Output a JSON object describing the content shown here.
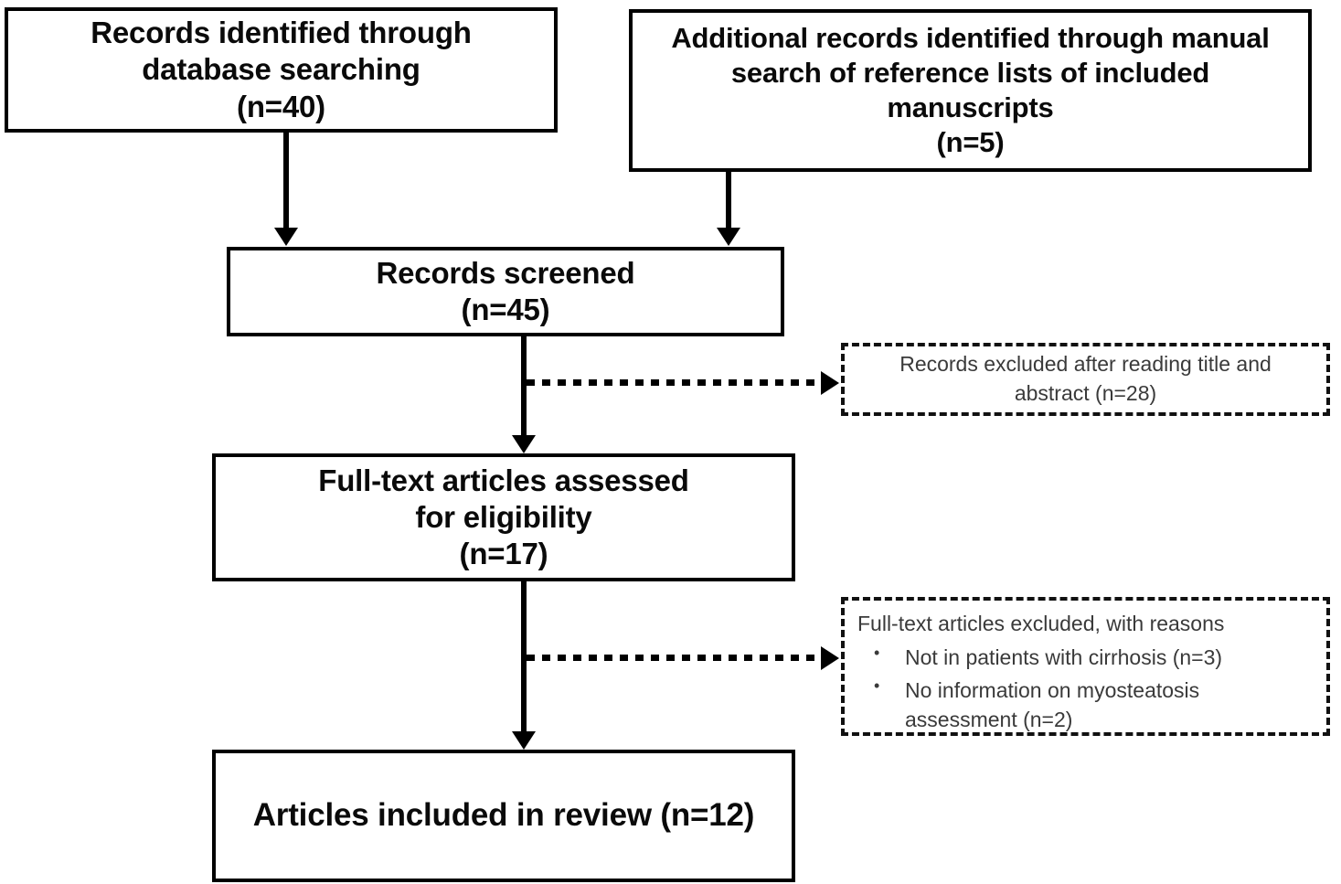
{
  "diagram": {
    "type": "PRISMA flow diagram",
    "boxes": {
      "identified_database": "Records identified through\ndatabase searching\n(n=40)",
      "identified_database_lines": [
        "Records identified through",
        "database searching",
        "(n=40)"
      ],
      "identified_manual_lines": [
        "Additional records identified through manual",
        "search of reference lists of included",
        "manuscripts",
        "(n=5)"
      ],
      "records_screened_lines": [
        "Records screened",
        "(n=45)"
      ],
      "fulltext_assessed_lines": [
        "Full-text articles assessed",
        "for eligibility",
        "(n=17)"
      ],
      "articles_included_lines": [
        "Articles included in review (n=12)"
      ]
    },
    "exclusions": {
      "screening_excluded_lines": [
        "Records excluded after reading title and",
        "abstract (n=28)"
      ],
      "fulltext_excluded_heading": "Full-text articles excluded, with reasons",
      "fulltext_excluded_reasons": [
        "Not in patients with cirrhosis (n=3)",
        "No information on myosteatosis",
        "assessment (n=2)"
      ],
      "bullet_glyph": "•"
    },
    "counts": {
      "database_records": 40,
      "manual_records": 5,
      "screened": 45,
      "excluded_title_abstract": 28,
      "fulltext_assessed": 17,
      "excluded_not_cirrhosis": 3,
      "excluded_no_myosteatosis": 2,
      "included": 12
    },
    "colors": {
      "stroke": "#000000",
      "background": "#ffffff",
      "bold_text": "#0a0a0a",
      "dashed_text": "#3a3a3a"
    }
  }
}
